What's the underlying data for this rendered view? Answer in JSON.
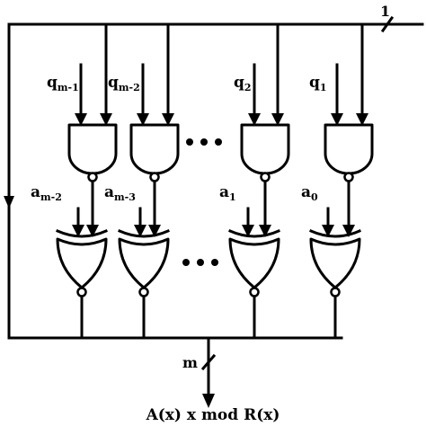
{
  "bus_top_label": "1",
  "bus_output_label": "m",
  "output_text": "A(x) x mod R(x)",
  "ellipsis": "•••",
  "stages": [
    {
      "q_main": "q",
      "q_sub": "m-1",
      "a_main": "a",
      "a_sub": "m-2"
    },
    {
      "q_main": "q",
      "q_sub": "m-2",
      "a_main": "a",
      "a_sub": "m-3"
    },
    {
      "q_main": "q",
      "q_sub": "2",
      "a_main": "a",
      "a_sub": "1"
    },
    {
      "q_main": "q",
      "q_sub": "1",
      "a_main": "a",
      "a_sub": "0"
    }
  ],
  "icons": {
    "and_gate": "and-gate-icon",
    "xor_gate": "xor-gate-icon",
    "arrow": "arrow-down-icon"
  }
}
